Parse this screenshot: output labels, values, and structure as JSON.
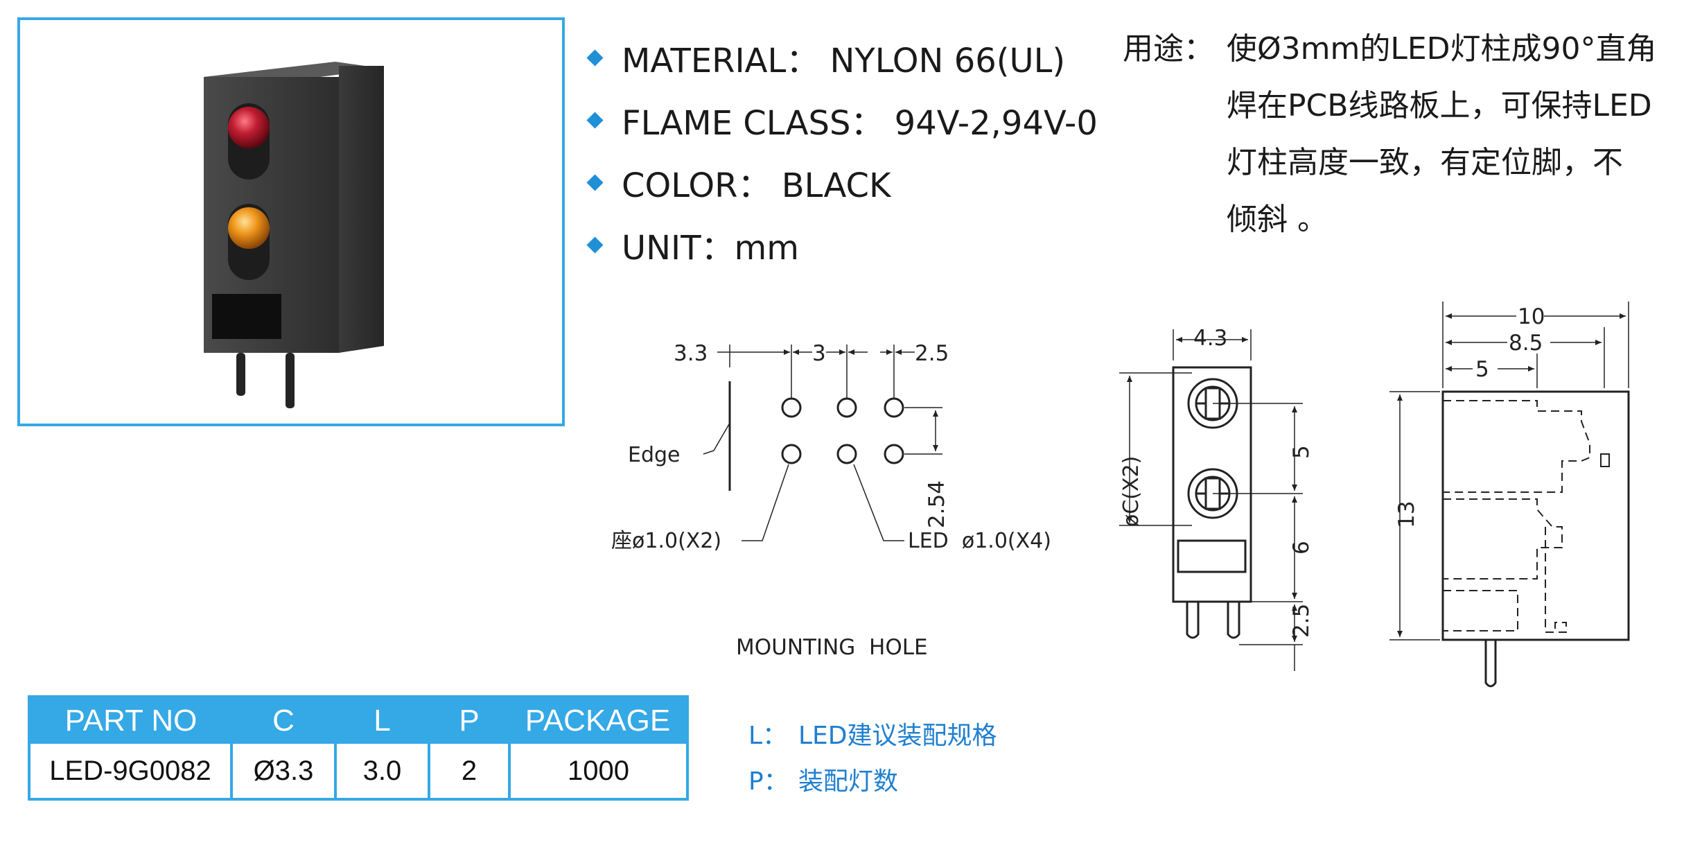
{
  "specs": [
    {
      "text": "MATERIAL： NYLON 66(UL)"
    },
    {
      "text": "FLAME CLASS： 94V-2,94V-0"
    },
    {
      "text": "COLOR： BLACK"
    },
    {
      "text": "UNIT：mm"
    }
  ],
  "usage": {
    "label": "用途：",
    "lines": [
      "使Ø3mm的LED灯柱成90°直角",
      "焊在PCB线路板上，可保持LED",
      "灯柱高度一致，有定位脚，不",
      "倾斜 。"
    ]
  },
  "mounting": {
    "dims": [
      "3.3",
      "3",
      "2.5"
    ],
    "edge_label": "Edge",
    "pitch": "2.54",
    "seat_label": "座ø1.0(X2)",
    "led_label": "LED  ø1.0(X4)",
    "title": "MOUNTING  HOLE"
  },
  "front_view": {
    "width": "4.3",
    "dia_label": "øC(X2)",
    "dims": [
      "5",
      "6",
      "2.5"
    ]
  },
  "side_view": {
    "dims": [
      "10",
      "8.5",
      "5"
    ],
    "height": "13"
  },
  "table": {
    "headers": [
      "PART NO",
      "C",
      "L",
      "P",
      "PACKAGE"
    ],
    "rows": [
      [
        "LED-9G0082",
        "Ø3.3",
        "3.0",
        "2",
        "1000"
      ]
    ]
  },
  "notes": [
    {
      "key": "L：",
      "text": "LED建议装配规格"
    },
    {
      "key": "P：",
      "text": "装配灯数"
    }
  ],
  "colors": {
    "accent": "#35a8e6",
    "bullet": "#1f8fd6",
    "note_text": "#1f7fd0",
    "led_red": "#b3182a",
    "led_amber": "#e58a12"
  }
}
